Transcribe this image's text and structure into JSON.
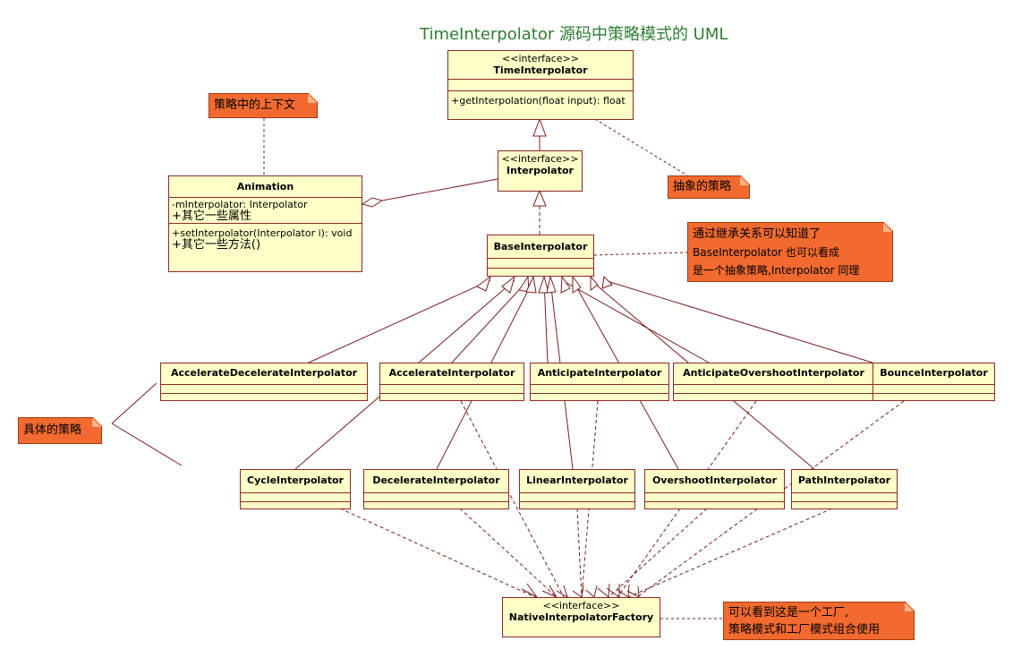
{
  "title": "TimeInterpolator 源码中策略模式的 UML",
  "classes": {
    "time_interpolator": {
      "stereotype": "<<interface>>",
      "name": "TimeInterpolator",
      "operation": "+getInterpolation(float input): float"
    },
    "interpolator": {
      "stereotype": "<<interface>>",
      "name": "Interpolator"
    },
    "animation": {
      "name": "Animation",
      "attr1": "-mInterpolator: Interpolator",
      "attr2": "+其它一些属性",
      "op1": "+setInterpolator(Interpolator i): void",
      "op2": "+其它一些方法()"
    },
    "base_interpolator": {
      "name": "BaseInterpolator"
    },
    "accelerate_decelerate": {
      "name": "AccelerateDecelerateInterpolator"
    },
    "accelerate": {
      "name": "AccelerateInterpolator"
    },
    "anticipate": {
      "name": "AnticipateInterpolator"
    },
    "anticipate_overshoot": {
      "name": "AnticipateOvershootInterpolator"
    },
    "bounce": {
      "name": "BounceInterpolator"
    },
    "cycle": {
      "name": "CycleInterpolator"
    },
    "decelerate": {
      "name": "DecelerateInterpolator"
    },
    "linear": {
      "name": "LinearInterpolator"
    },
    "overshoot": {
      "name": "OvershootInterpolator"
    },
    "path": {
      "name": "PathInterpolator"
    },
    "native_factory": {
      "stereotype": "<<interface>>",
      "name": "NativeInterpolatorFactory"
    }
  },
  "notes": {
    "context": "策略中的上下文",
    "abstract_strategy": "抽象的策略",
    "base_note_line1": "通过继承关系可以知道了",
    "base_note_line2": "BaseInterpolator 也可以看成",
    "base_note_line3": "是一个抽象策略,Interpolator 同理",
    "concrete_strategy": "具体的策略",
    "factory_note_line1": "可以看到这是一个工厂,",
    "factory_note_line2": "策略模式和工厂模式组合使用"
  },
  "colors": {
    "class_fill": "#ffffc8",
    "class_border": "#8a2a2a",
    "note_fill": "#f26a2f",
    "title": "#2e7d32",
    "line": "#7a1f1f"
  }
}
